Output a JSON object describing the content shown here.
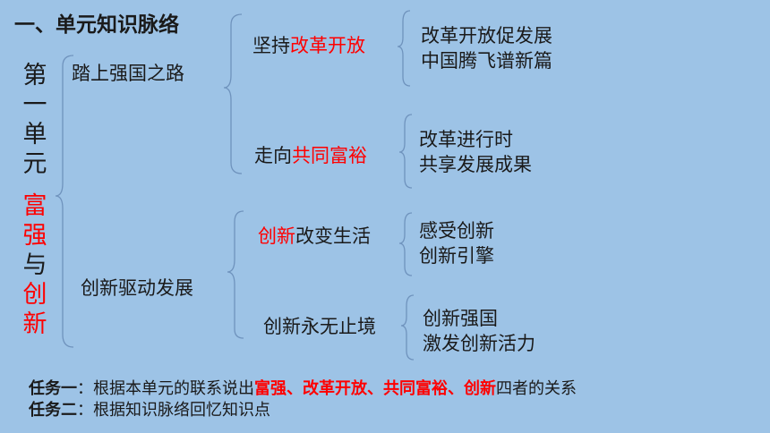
{
  "title": "一、单元知识脉络",
  "unit": {
    "line1": [
      "第",
      "一",
      "单",
      "元"
    ],
    "line2": [
      "富",
      "强",
      "与",
      "创",
      "新"
    ]
  },
  "branches": [
    {
      "label": "踏上强国之路",
      "topics": [
        {
          "prefix": "坚持",
          "highlight": "改革开放",
          "suffix": "",
          "items": [
            "改革开放促发展",
            "中国腾飞谱新篇"
          ]
        },
        {
          "prefix": "走向",
          "highlight": "共同富裕",
          "suffix": "",
          "items": [
            "改革进行时",
            "共享发展成果"
          ]
        }
      ]
    },
    {
      "label": "创新驱动发展",
      "topics": [
        {
          "prefix": "",
          "highlight": "创新",
          "suffix": "改变生活",
          "items": [
            "感受创新",
            "创新引擎"
          ]
        },
        {
          "prefix": "",
          "highlight": "",
          "suffix": "创新永无止境",
          "items": [
            "创新强国",
            "激发创新活力"
          ]
        }
      ]
    }
  ],
  "tasks": [
    {
      "label": "任务一",
      "sep": "：",
      "text_before": "根据本单元的联系说出",
      "highlight": "富强、改革开放、共同富裕、创新",
      "text_after": "四者的关系"
    },
    {
      "label": "任务二",
      "sep": "：",
      "text_before": "根据知识脉络回忆知识点",
      "highlight": "",
      "text_after": ""
    }
  ]
}
